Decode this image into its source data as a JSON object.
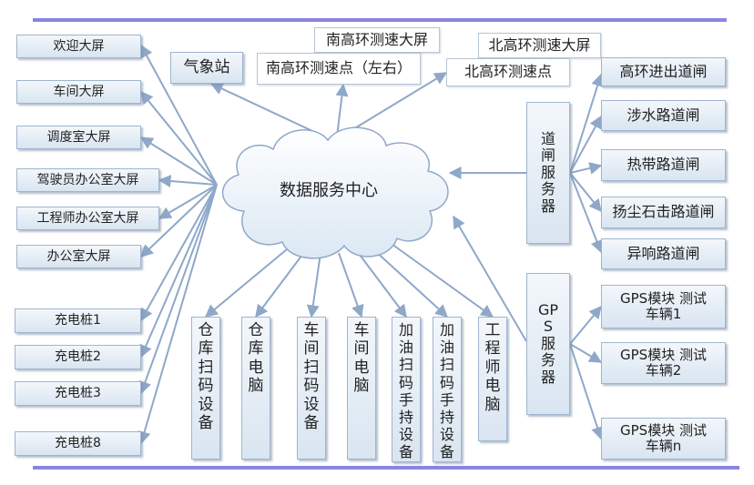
{
  "hub": {
    "label": "数据服务中心"
  },
  "left_screens": [
    "欢迎大屏",
    "车间大屏",
    "调度室大屏",
    "驾驶员办公室大屏",
    "工程师办公室大屏",
    "办公室大屏"
  ],
  "chargers": [
    "充电桩1",
    "充电桩2",
    "充电桩3",
    "充电桩8"
  ],
  "top_nodes": {
    "weather": "气象站",
    "south_screen": "南高环测速大屏",
    "south_point": "南高环测速点（左右）",
    "north_screen": "北高环测速大屏",
    "north_point": "北高环测速点"
  },
  "gate_server": {
    "label": "道\n闸\n服\n务\n器"
  },
  "gates": [
    "高环进出道闸",
    "涉水路道闸",
    "热带路道闸",
    "扬尘石击路道闸",
    "异响路道闸"
  ],
  "gps_server": {
    "label": "GP\nS\n服\n务\n器"
  },
  "gps_modules": [
    "GPS模块 测试\n车辆1",
    "GPS模块 测试\n车辆2",
    "GPS模块 测试\n车辆n"
  ],
  "bottom_devices": [
    "仓\n库\n扫\n码\n设\n备",
    "仓\n库\n电\n脑",
    "车\n间\n扫\n码\n设\n备",
    "车\n间\n电\n脑",
    "加\n油\n扫\n码\n手\n持\n设\n备",
    "加\n油\n扫\n码\n手\n持\n设\n备",
    "工\n程\n师\n电\n脑"
  ]
}
